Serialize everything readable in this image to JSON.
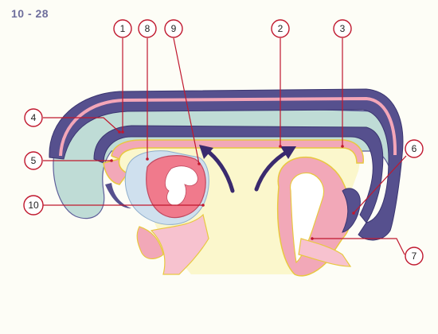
{
  "figure": {
    "label": "10 - 28",
    "colors": {
      "background": "#fdfdf6",
      "ectoderm": "#4a4a8a",
      "amnion_cavity": "#bfdcd6",
      "mesoderm": "#f2a8b8",
      "endoderm_line": "#e8c840",
      "yolk_sac": "#fbf7cc",
      "heart": "#f07a8c",
      "heart_inner": "#ffffff",
      "pericardial": "#cfe0ee",
      "arrow": "#3a2a6e",
      "callout": "#c0182e"
    },
    "callouts": [
      {
        "id": "1",
        "text": "1"
      },
      {
        "id": "2",
        "text": "2"
      },
      {
        "id": "3",
        "text": "3"
      },
      {
        "id": "4",
        "text": "4"
      },
      {
        "id": "5",
        "text": "5"
      },
      {
        "id": "6",
        "text": "6"
      },
      {
        "id": "7",
        "text": "7"
      },
      {
        "id": "8",
        "text": "8"
      },
      {
        "id": "9",
        "text": "9"
      },
      {
        "id": "10",
        "text": "10"
      }
    ]
  }
}
